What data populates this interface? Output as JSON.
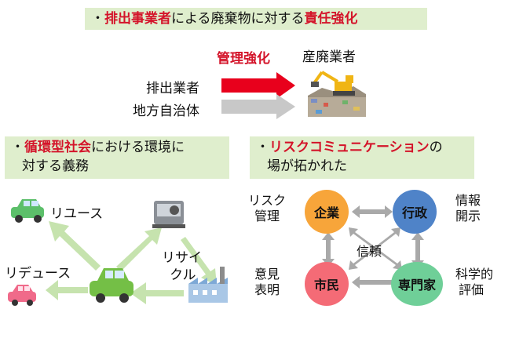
{
  "top": {
    "bullet": "・",
    "banner_pre": "排出事業者",
    "banner_mid": "による廃棄物に対する",
    "banner_post": "責任強化",
    "arrow_label": "管理強化",
    "recipient": "産廃業者",
    "row1": "排出業者",
    "row2": "地方自治体",
    "colors": {
      "red_arrow": "#e8001c",
      "gray_arrow": "#c8c8c8",
      "banner_bg": "#dfeecd",
      "accent": "#d4142a"
    }
  },
  "left": {
    "bullet": "・",
    "banner_red": "循環型社会",
    "banner_rest": "における環境に",
    "banner_line2": "対する義務",
    "reuse": "リユース",
    "reduce": "リデュース",
    "recycle_line1": "リサイ",
    "recycle_line2": "クル",
    "icons": [
      "car-icon",
      "car-icon",
      "car-icon",
      "machine-icon",
      "factory-icon"
    ]
  },
  "right": {
    "bullet": "・",
    "banner_red": "リスクコミュニケーション",
    "banner_rest": "の",
    "banner_line2": "場が拓かれた",
    "nodes": {
      "company": "企業",
      "government": "行政",
      "citizen": "市民",
      "expert": "専門家"
    },
    "center": "信頼",
    "side_labels": {
      "risk_mgmt_1": "リスク",
      "risk_mgmt_2": "管理",
      "info_1": "情報",
      "info_2": "開示",
      "opinion_1": "意見",
      "opinion_2": "表明",
      "sci_1": "科学的",
      "sci_2": "評価"
    },
    "colors": {
      "company": "#f7a53a",
      "government": "#4f83c8",
      "citizen": "#f46b76",
      "expert": "#6fcf98"
    }
  }
}
